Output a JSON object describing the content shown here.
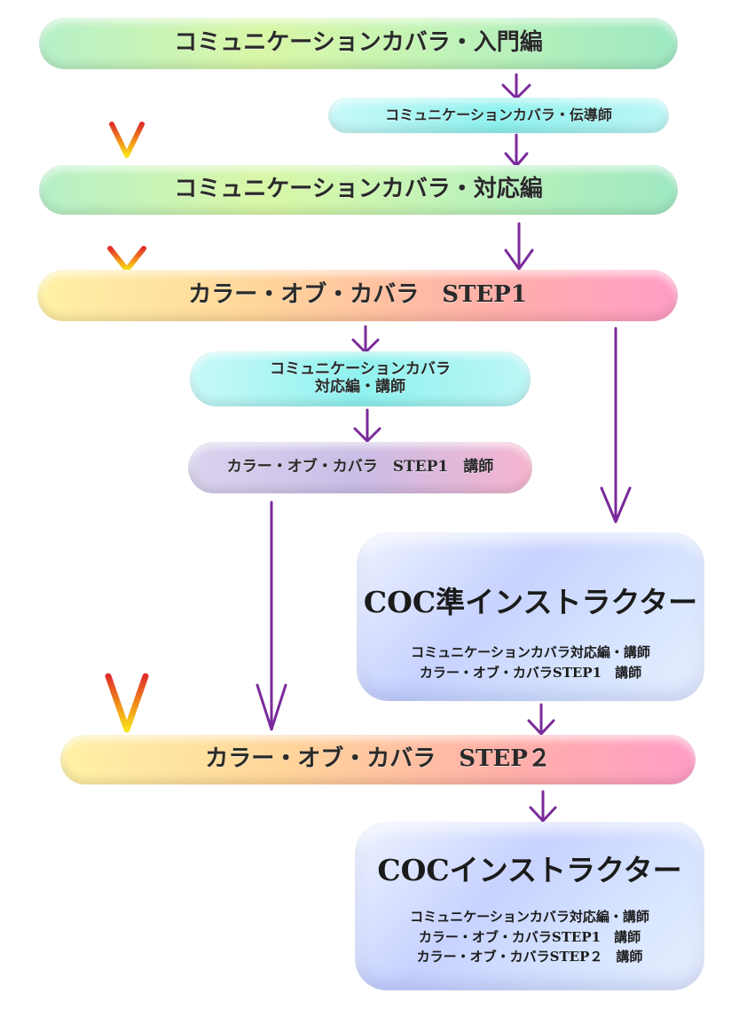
{
  "nodes": {
    "intro": "コミュニケーションカバラ・入門編",
    "instructor_intro": "コミュニケーションカバラ・伝導師",
    "response": "コミュニケーションカバラ・対応編",
    "step1": "カラー・オブ・カバラ　STEP1",
    "response_teacher_line1": "コミュニケーションカバラ",
    "response_teacher_line2": "対応編・講師",
    "step1_teacher": "カラー・オブ・カバラ　STEP1　講師",
    "coc_associate": {
      "title": "COC準インストラクター",
      "lines": [
        "コミュニケーションカバラ対応編・講師",
        "カラー・オブ・カバラSTEP1　講師"
      ]
    },
    "step2": "カラー・オブ・カバラ　STEP２",
    "coc_instructor": {
      "title": "COCインストラクター",
      "lines": [
        "コミュニケーションカバラ対応編・講師",
        "カラー・オブ・カバラSTEP1　講師",
        "カラー・オブ・カバラSTEP２　講師"
      ]
    }
  },
  "colors": {
    "orange_arrow": "#f08a1c",
    "purple_arrow": "#7a2a9a"
  }
}
